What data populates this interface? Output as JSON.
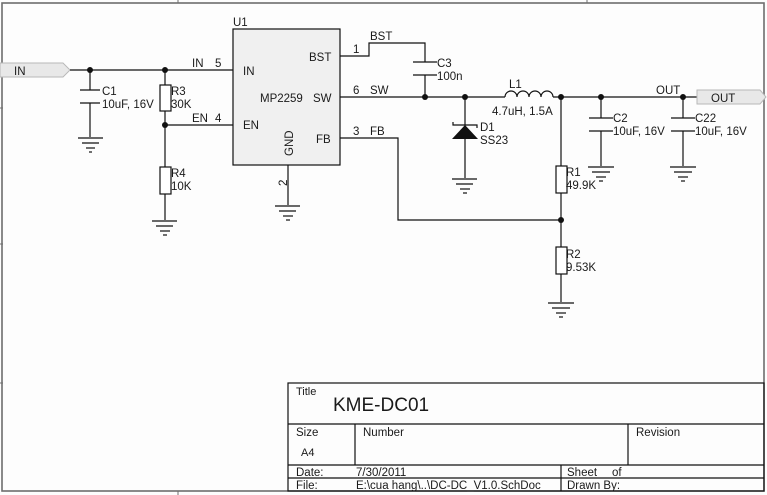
{
  "schematic": {
    "ports": {
      "input": {
        "label": "IN"
      },
      "output": {
        "label": "OUT"
      }
    },
    "nets": {
      "in": "IN",
      "en": "EN",
      "bst": "BST",
      "sw": "SW",
      "fb": "FB",
      "out": "OUT"
    },
    "ic": {
      "designator": "U1",
      "part": "MP2259",
      "pins": [
        {
          "name": "BST",
          "number": "1"
        },
        {
          "name": "IN",
          "number": "5"
        },
        {
          "name": "SW",
          "number": "6"
        },
        {
          "name": "EN",
          "number": "4"
        },
        {
          "name": "FB",
          "number": "3"
        },
        {
          "name": "GND",
          "number": "2"
        }
      ]
    },
    "components": {
      "C1": {
        "ref": "C1",
        "value": "10uF, 16V"
      },
      "C2": {
        "ref": "C2",
        "value": "10uF, 16V"
      },
      "C22": {
        "ref": "C22",
        "value": "10uF, 16V"
      },
      "C3": {
        "ref": "C3",
        "value": "100n"
      },
      "R1": {
        "ref": "R1",
        "value": "49.9K"
      },
      "R2": {
        "ref": "R2",
        "value": "9.53K"
      },
      "R3": {
        "ref": "R3",
        "value": "30K"
      },
      "R4": {
        "ref": "R4",
        "value": "10K"
      },
      "L1": {
        "ref": "L1",
        "value": "4.7uH, 1.5A"
      },
      "D1": {
        "ref": "D1",
        "value": "SS23"
      }
    }
  },
  "title_block": {
    "title_label": "Title",
    "title_value": "KME-DC01",
    "size_label": "Size",
    "size_value": "A4",
    "number_label": "Number",
    "number_value": "",
    "revision_label": "Revision",
    "revision_value": "",
    "date_label": "Date:",
    "date_value": "7/30/2011",
    "sheet_label": "Sheet",
    "sheet_of": "of",
    "file_label": "File:",
    "file_value": "E:\\cua hang\\..\\DC-DC_V1.0.SchDoc",
    "drawn_by_label": "Drawn By:"
  }
}
